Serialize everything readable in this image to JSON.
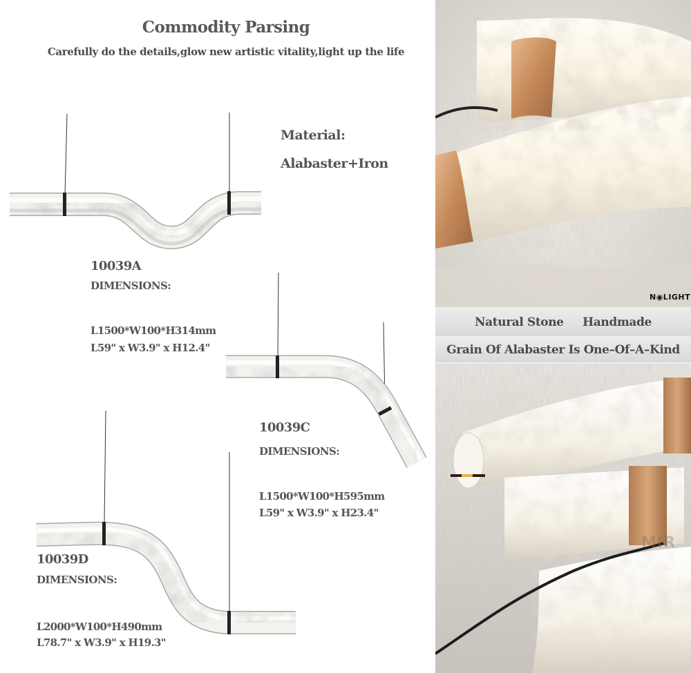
{
  "header": {
    "title": "Commodity Parsing",
    "subtitle": "Carefully do the details,glow new artistic vitality,light up the life"
  },
  "material": {
    "label": "Material:",
    "value": "Alabaster+Iron"
  },
  "products": [
    {
      "code": "10039A",
      "dimensions_label": "DIMENSIONS:",
      "metric": "L1500*W100*H314mm",
      "imperial": "L59\" x W3.9\" x H12.4\""
    },
    {
      "code": "10039C",
      "dimensions_label": "DIMENSIONS:",
      "metric": "L1500*W100*H595mm",
      "imperial": "L59\" x W3.9\" x H23.4\""
    },
    {
      "code": "10039D",
      "dimensions_label": "DIMENSIONS:",
      "metric": "L2000*W100*H490mm",
      "imperial": "L78.7\" x W3.9\" x H19.3\""
    }
  ],
  "features": {
    "band1": [
      "Natural Stone",
      "Handmade"
    ],
    "band2": "Grain Of Alabaster Is One–Of–A–Kind"
  },
  "branding": {
    "logo_text": "N◉LIGHT",
    "watermark": "MIR"
  },
  "colors": {
    "text": "#555555",
    "brass": "#c8956a",
    "alabaster": "#f4f2ee"
  }
}
